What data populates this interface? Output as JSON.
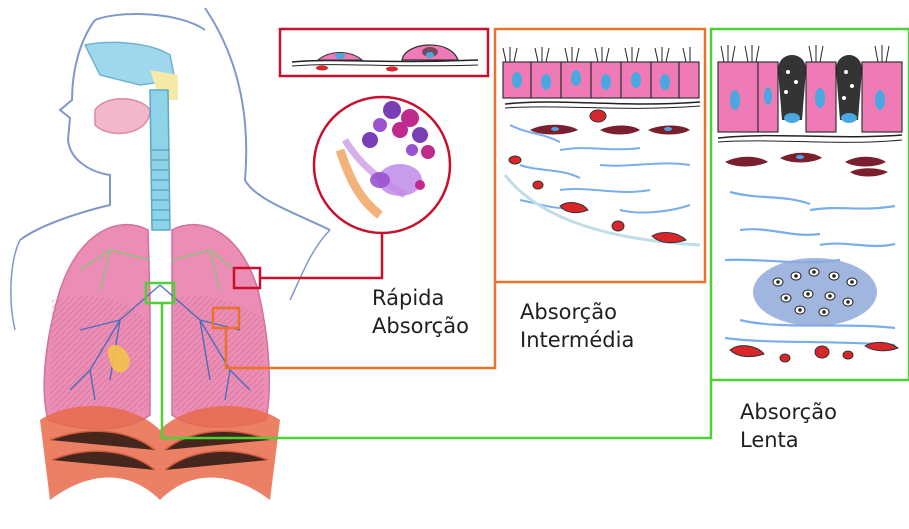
{
  "figure": {
    "labels": {
      "rapid": [
        "Rápida",
        "Absorção"
      ],
      "intermediate": [
        "Absorção",
        "Intermédia"
      ],
      "slow": [
        "Absorção",
        "Lenta"
      ]
    },
    "colors": {
      "rapid_frame": "#c8102e",
      "intermediate_frame": "#e8732a",
      "slow_frame": "#4cd137",
      "epithelium": "#f07ab5",
      "nucleus": "#4aa8e0",
      "fiber": "#6aa6e8",
      "red_cell": "#d9262b",
      "dark_cell": "#7a1f2e",
      "lung": "#e87aa8",
      "diaphragm": "#e86a4a",
      "trachea": "#8fd3e8"
    }
  }
}
